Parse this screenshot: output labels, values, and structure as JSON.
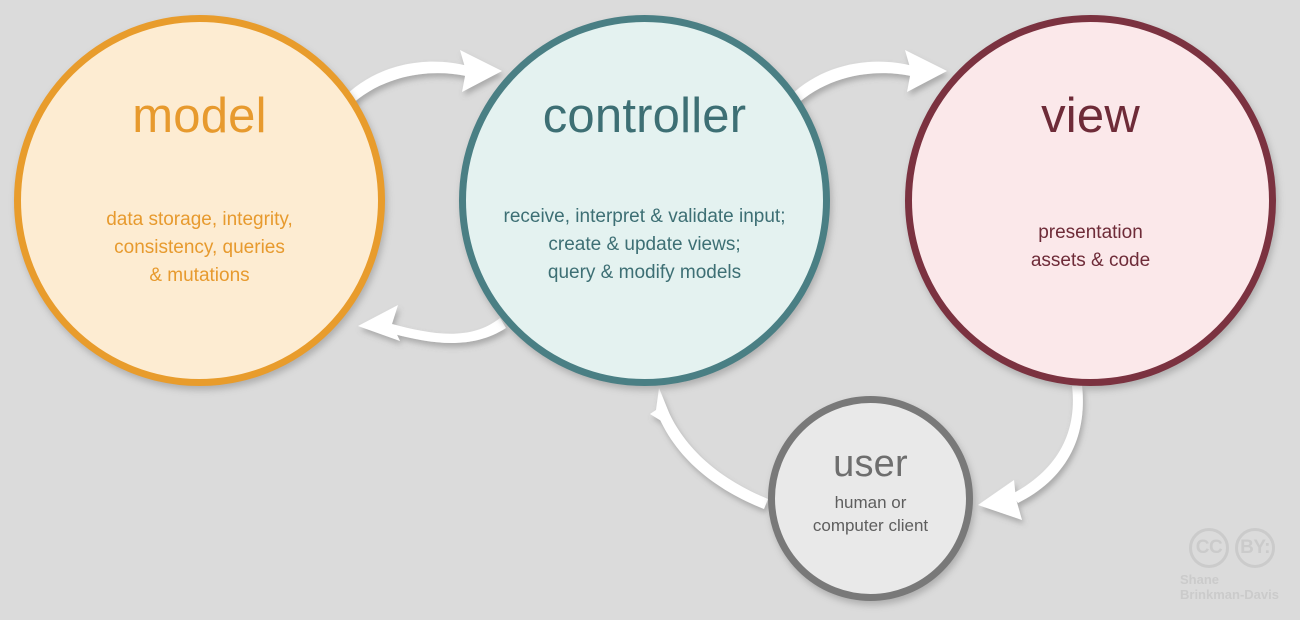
{
  "diagram": {
    "title": "Model View Controller architecture diagram",
    "background_color": "#dbdbdb",
    "arrow_color": "#ffffff"
  },
  "nodes": {
    "model": {
      "title": "model",
      "description": "data storage, integrity,\nconsistency, queries\n& mutations",
      "border_color": "#e89c2c",
      "fill_color": "#fdecd2",
      "text_color": "#e79a2e"
    },
    "controller": {
      "title": "controller",
      "description": "receive, interpret & validate input;\ncreate & update views;\nquery & modify models",
      "border_color": "#4a7f84",
      "fill_color": "#e4f2f0",
      "text_color": "#3d6f74"
    },
    "view": {
      "title": "view",
      "description": "presentation\nassets & code",
      "border_color": "#7b3240",
      "fill_color": "#fbe8ea",
      "text_color": "#6e2b38"
    },
    "user": {
      "title": "user",
      "description": "human or\ncomputer client",
      "border_color": "#797979",
      "fill_color": "#e9e9e9",
      "text_color": "#6e6e6e"
    }
  },
  "arrows": [
    {
      "id": "model-to-controller",
      "from": "model",
      "to": "controller",
      "label": ""
    },
    {
      "id": "controller-to-model",
      "from": "controller",
      "to": "model",
      "label": ""
    },
    {
      "id": "controller-to-view",
      "from": "controller",
      "to": "view",
      "label": ""
    },
    {
      "id": "view-to-user",
      "from": "view",
      "to": "user",
      "label": ""
    },
    {
      "id": "user-to-controller",
      "from": "user",
      "to": "controller",
      "label": ""
    }
  ],
  "license": {
    "cc_label": "CC",
    "by_label": "BY:",
    "author_line1": "Shane",
    "author_line2": "Brinkman-Davis",
    "color": "#cbcbcb"
  }
}
